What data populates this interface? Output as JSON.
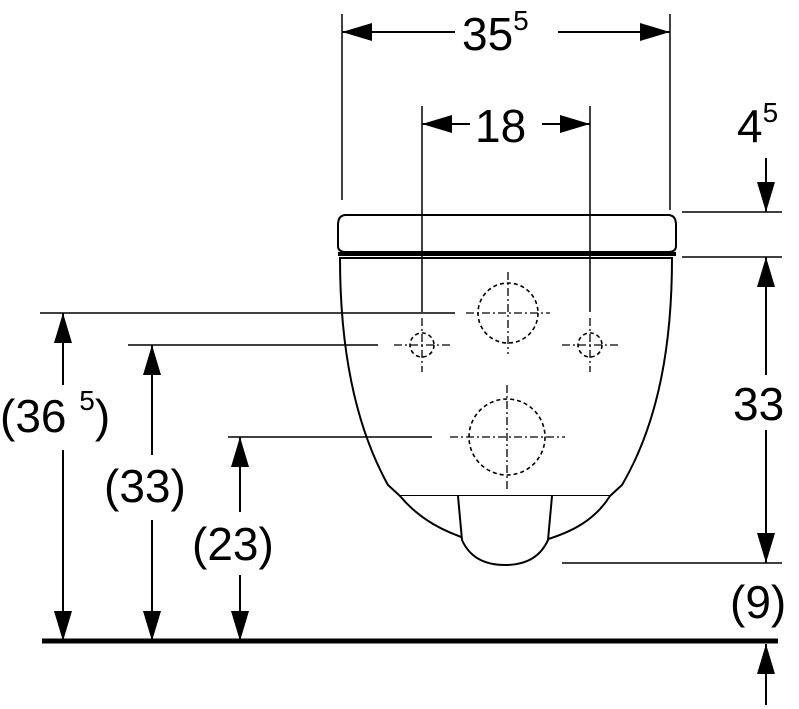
{
  "dimensions": {
    "width_total": {
      "main": "35",
      "sup": "5"
    },
    "width_inlets": {
      "main": "18"
    },
    "seat_height": {
      "main": "4",
      "sup": "5"
    },
    "bowl_height": {
      "main": "33"
    },
    "bottom_gap": {
      "main": "(9)"
    },
    "inlet_height_high": {
      "open": "(36 ",
      "sup": "5",
      "close": ")"
    },
    "inlet_height_mid": {
      "main": "(33)"
    },
    "outlet_height": {
      "main": "(23)"
    }
  }
}
